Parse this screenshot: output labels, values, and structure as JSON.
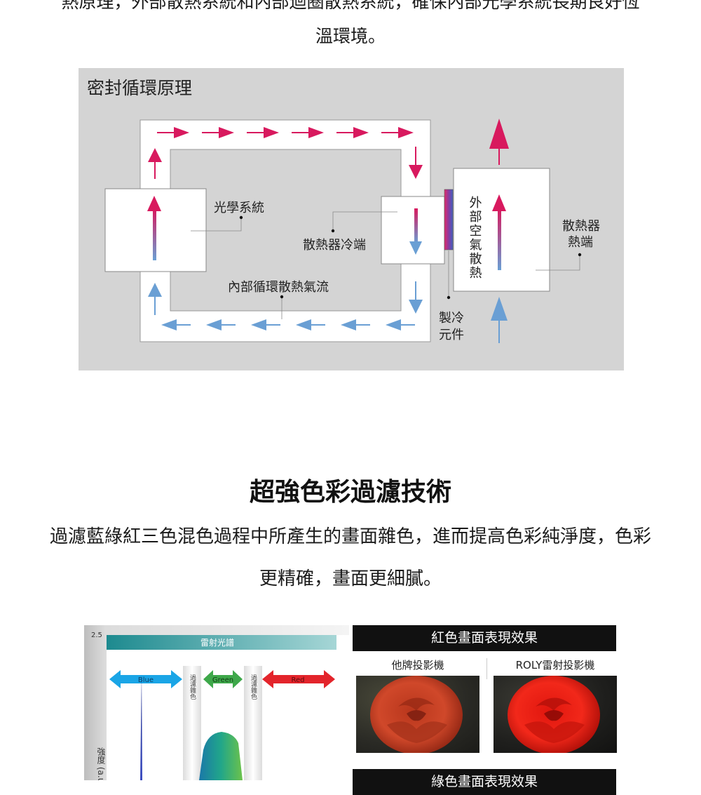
{
  "intro": {
    "line1": "熱原理，外部散熱系統和內部迴圈散熱系統，確保內部光學系統長期良好恆",
    "line2": "溫環境。"
  },
  "sealed_cycle": {
    "title": "密封循環原理",
    "labels": {
      "optical": "光學系統",
      "cold_end": "散熱器冷端",
      "internal_flow": "內部循環散熱氣流",
      "external_air": "外部空氣散熱",
      "hot_end_1": "散熱器",
      "hot_end_2": "熱端",
      "peltier_1": "製冷",
      "peltier_2": "元件"
    },
    "colors": {
      "warm": "#d8195e",
      "cool": "#6a9fd4",
      "panel_bg": "#d4d4d4"
    }
  },
  "section2": {
    "title": "超強色彩過濾技術",
    "line1": "過濾藍綠紅三色混色過程中所產生的畫面雜色，進而提高色彩純淨度，色彩",
    "line2": "更精確，畫面更細膩。"
  },
  "spectrum": {
    "tick_top": "2.5",
    "banner": "雷射光譜",
    "blue": "Blue",
    "green": "Green",
    "red": "Red",
    "filter1": "過濾雜色",
    "filter2": "過濾雜色",
    "axis_label": "強度 (a.u)",
    "colors": {
      "blue": "#1aa5e6",
      "green": "#3ea84a",
      "red": "#e3242b",
      "banner": "#1d8a8f"
    }
  },
  "compare": {
    "red_header": "紅色畫面表現效果",
    "other_brand": "他牌投影機",
    "roly_brand": "ROLY雷射投影機",
    "green_header": "綠色畫面表現效果"
  }
}
